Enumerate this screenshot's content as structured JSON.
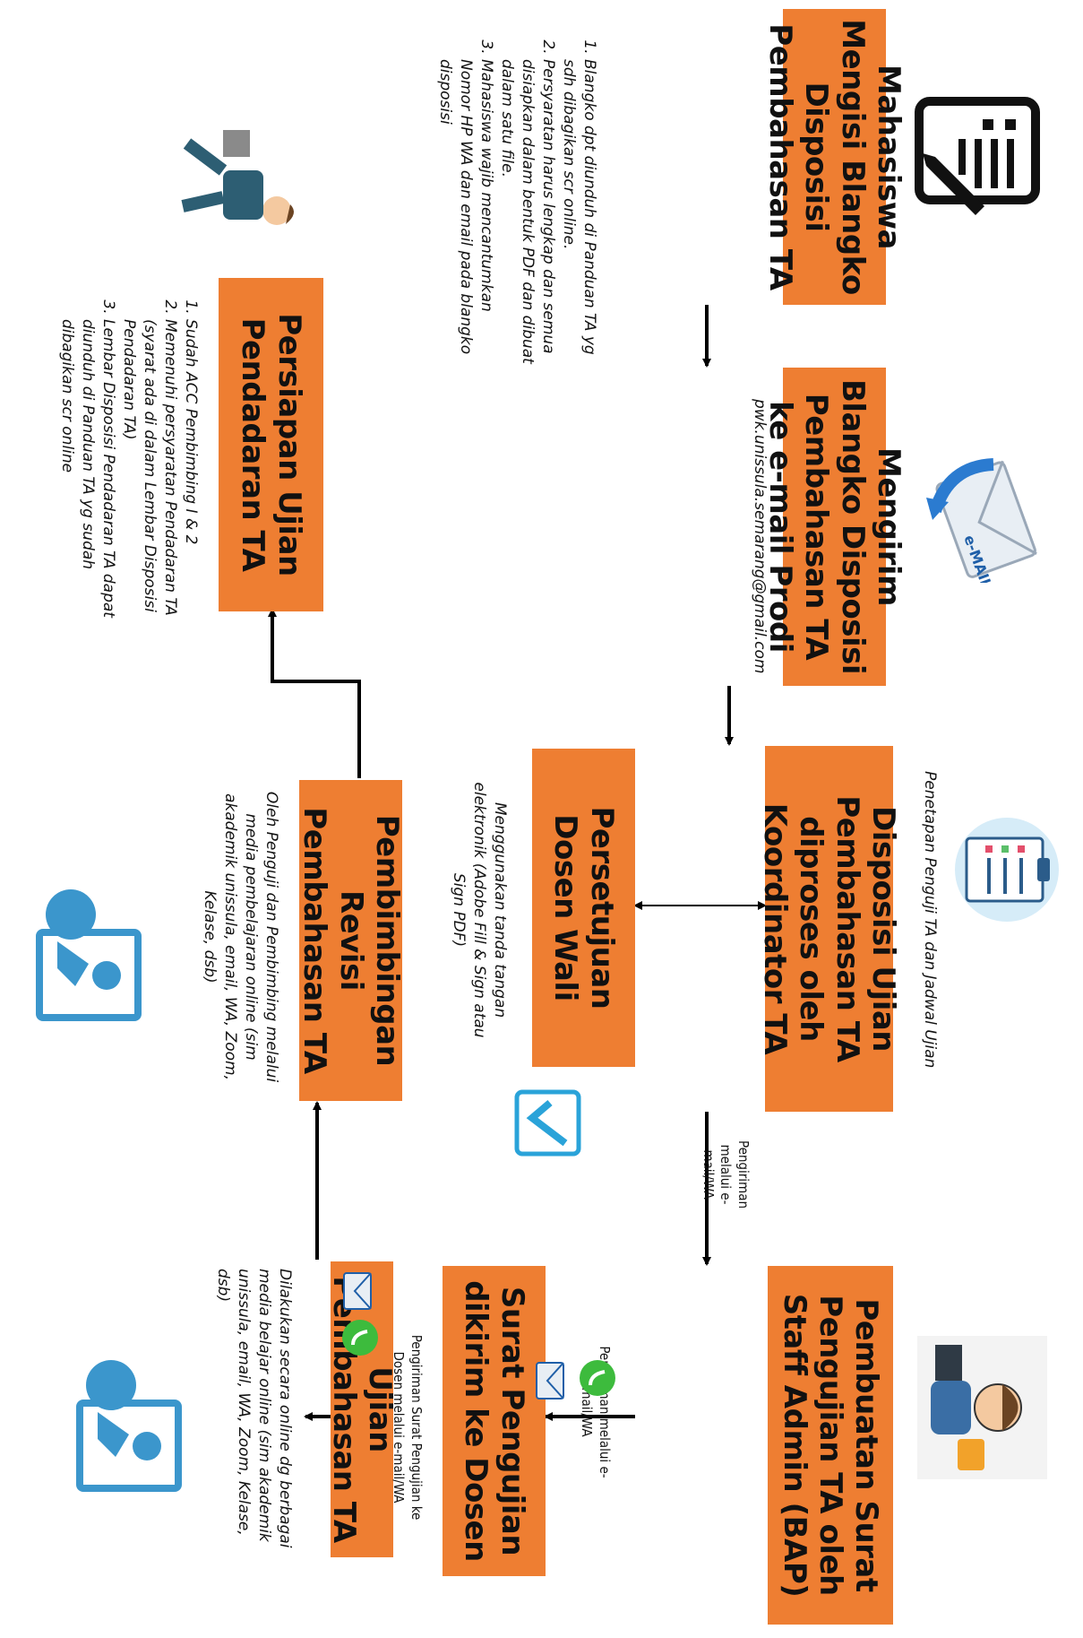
{
  "steps": {
    "s1": "Mahasiswa Mengisi Blangko Disposisi Pembahasan TA",
    "s2": "Mengirim Blangko Disposisi Pembahasan TA ke e-mail Prodi",
    "s3": "Disposisi Ujian Pembahasan TA diproses oleh Koordinator TA",
    "s4": "Persetujuan Dosen Wali",
    "s5": "Pembuatan Surat Pengujian TA oleh Staff Admin (BAP)",
    "s6": "Surat Pengujian dikirim ke Dosen",
    "s7": "Ujian Pembahasan TA",
    "s8": "Pembimbingan Revisi Pembahasan TA",
    "s9": "Persiapan Ujian Pendadaran TA"
  },
  "notes": {
    "s1_items": [
      "Blangko dpt diunduh di Panduan TA yg sdh dibagikan scr online.",
      "Persyaratan harus lengkap dan semua disiapkan dalam bentuk PDF dan dibuat dalam satu file.",
      "Mahasiswa wajib mencantumkan Nomor HP WA dan email pada blangko disposisi"
    ],
    "s2_email": "pwk.unissula.semarang@gmail.com",
    "s3_note": "Penetapan Penguji TA dan Jadwal Ujian",
    "s4_note": "Menggunakan tanda tangan elektronik (Adobe Fill & Sign atau Sign PDF)",
    "s3_to_s5": "Pengiriman melalui e-mail/WA",
    "s5_to_s6": "Pengiriman melalui e-mail/WA",
    "s6_to_s7": "Pengiriman Surat Pengujian ke Dosen melalui e-mail/WA",
    "s7_note": "Dilakukan secara online dg berbagai media belajar online (sim akademik unissula, email, WA, Zoom, Kelase, dsb)",
    "s8_note": "Oleh Penguji dan Pembimbing melalui media pembelajaran online (sim akademik unissula, email, WA, Zoom, Kelase, dsb)",
    "s9_items": [
      "Sudah ACC Pembimbing I & 2",
      "Memenuhi persyaratan Pendadaran TA (syarat ada di dalam Lembar Disposisi Pendadaran TA)",
      "Lembar Disposisi Pendadaran TA dapat diunduh di Panduan TA yg sudah dibagikan scr online"
    ]
  },
  "icons": {
    "form": "form-edit-icon",
    "email": "email-envelope-icon",
    "clipboard": "clipboard-checklist-icon",
    "sign": "adobe-fill-sign-icon",
    "admin": "admin-worker-icon",
    "whatsapp": "whatsapp-icon",
    "online_class": "online-class-icon",
    "student": "walking-student-icon"
  },
  "colors": {
    "box": "#EE7E32",
    "icon_blue": "#3B96CC",
    "whatsapp": "#3DBB3D"
  }
}
